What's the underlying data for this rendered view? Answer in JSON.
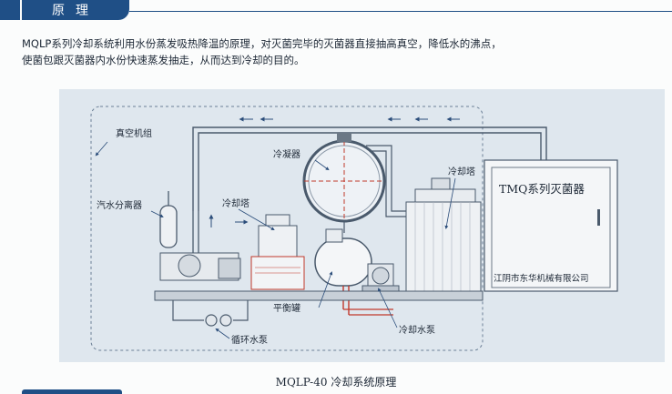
{
  "header": {
    "title": "原理"
  },
  "intro": {
    "line1": "MQLP系列冷却系统利用水份蒸发吸热降温的原理，对灭菌完毕的灭菌器直接抽高真空，降低水的沸点，",
    "line2": "使菌包跟灭菌器内水份快速蒸发抽走，从而达到冷却的目的。"
  },
  "diagram": {
    "labels": {
      "vacuum_unit": "真空机组",
      "condenser": "冷凝器",
      "cooling_tower_right": "冷却塔",
      "steam_water_separator": "汽水分离器",
      "cooling_tower_left": "冷却塔",
      "balance_tank": "平衡罐",
      "cooling_pump": "冷却水泵",
      "circulation_pump": "循环水泵"
    },
    "sterilizer": {
      "title": "TMQ系列灭菌器",
      "maker": "江阴市东华机械有限公司"
    }
  },
  "caption": {
    "model": "MQLP-40",
    "text": "冷却系统原理"
  },
  "colors": {
    "brand": "#1f4f86",
    "panel": "#dfe7ee",
    "pipe": "#c0392b"
  }
}
